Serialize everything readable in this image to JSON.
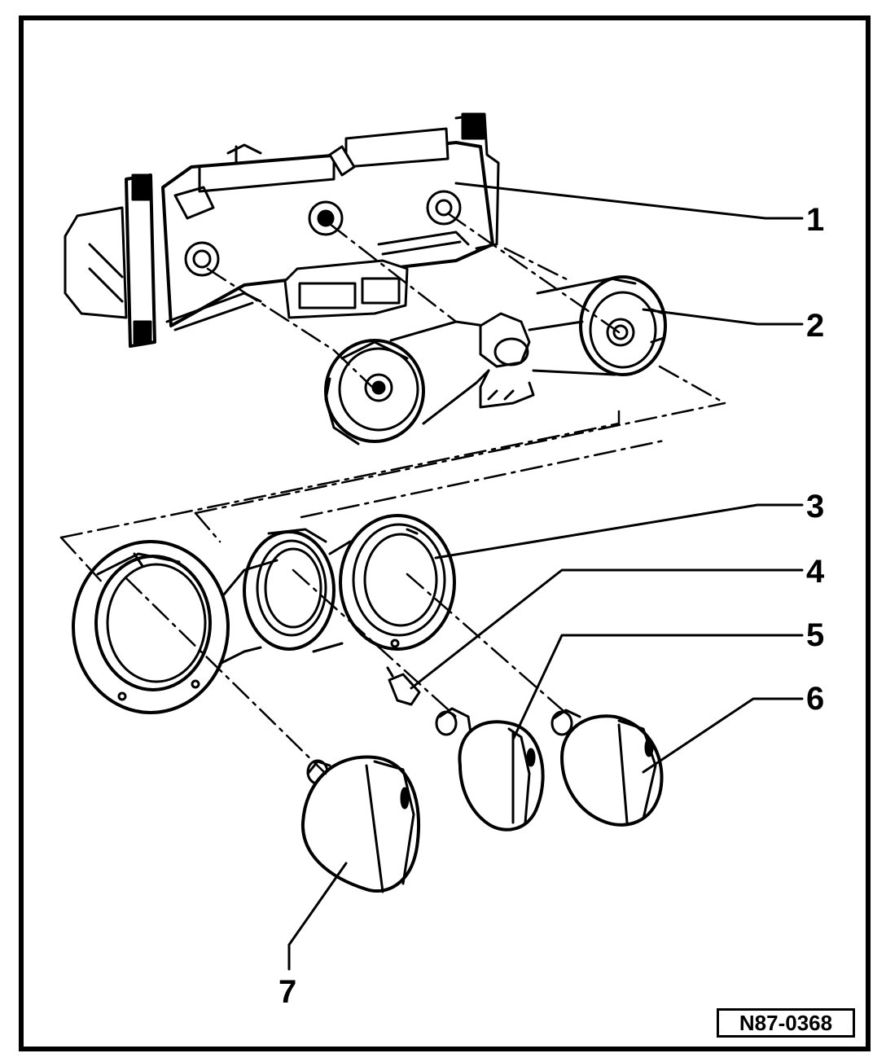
{
  "callouts": {
    "c1": "1",
    "c2": "2",
    "c3": "3",
    "c4": "4",
    "c5": "5",
    "c6": "6",
    "c7": "7"
  },
  "figure_id": "N87-0368",
  "colors": {
    "ink": "#000000",
    "paper": "#ffffff"
  }
}
